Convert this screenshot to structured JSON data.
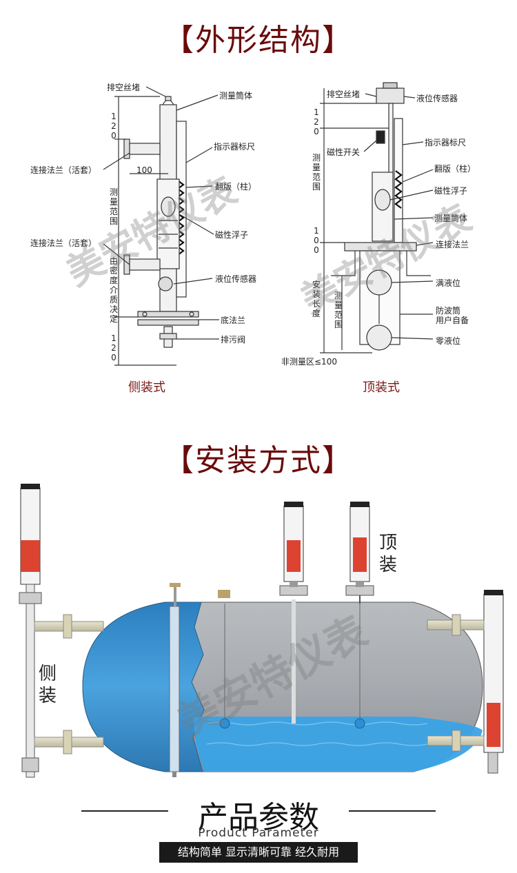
{
  "section_structure": {
    "title": "【外形结构】"
  },
  "side_diagram": {
    "caption": "侧装式",
    "labels": {
      "vent_plug": "排空丝堵",
      "measuring_cylinder": "测量筒体",
      "dim_120_top": "120",
      "indicator_scale": "指示器标尺",
      "flange_top": "连接法兰（活套）",
      "dim_100": "100",
      "flap": "翻版（柱）",
      "range": "测量范围",
      "float": "磁性浮子",
      "flange_bottom": "连接法兰（活套）",
      "medium_density": "由密度介质决定",
      "sensor": "液位传感器",
      "bottom_flange": "底法兰",
      "dim_120_bottom": "120",
      "drain_valve": "排污阀"
    }
  },
  "top_diagram": {
    "caption": "顶装式",
    "labels": {
      "vent_plug": "排空丝堵",
      "sensor": "液位传感器",
      "dim_120": "120",
      "indicator_scale": "指示器标尺",
      "magnetic_switch": "磁性开关",
      "range": "测量范围",
      "flap": "翻版（柱）",
      "float": "磁性浮子",
      "measuring_cylinder": "测量筒体",
      "dim_100": "100",
      "flange": "连接法兰",
      "full_level": "满液位",
      "install_length": "安装长度",
      "range2": "测量范围",
      "wave_tube_1": "防波筒",
      "wave_tube_2": "用户自备",
      "zero_level": "零液位",
      "non_measure": "非测量区≤100"
    }
  },
  "watermark": "美安特仪表",
  "section_install": {
    "title": "【安装方式】"
  },
  "install_labels": {
    "top": "顶装",
    "side": "侧装"
  },
  "section_params": {
    "title": "产品参数",
    "subtitle": "Product Parameter",
    "banner": "结构简单 显示清晰可靠 经久耐用"
  },
  "colors": {
    "title": "#6a0b0b",
    "caption": "#7a1515",
    "tank_blue": "#3a8fcf",
    "tank_grey": "#9a9ea3",
    "liquid": "#2e9be0",
    "red_indicator": "#d9301c"
  }
}
